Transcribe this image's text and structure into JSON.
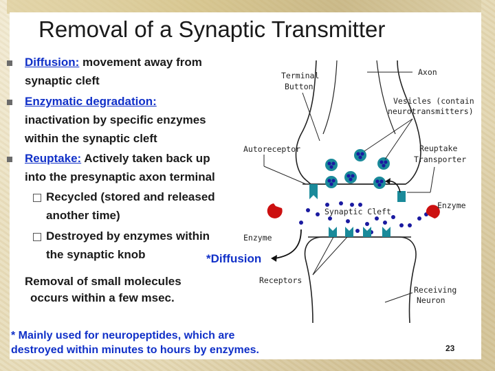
{
  "slide": {
    "title": "Removal of a Synaptic Transmitter",
    "bullets": [
      {
        "term": "Diffusion:",
        "line1_rest": " movement away from",
        "line2": "synaptic cleft"
      },
      {
        "term": "Enzymatic degradation:",
        "line2": "inactivation by specific enzymes",
        "line3": "within the synaptic cleft"
      },
      {
        "term": "Reuptake:",
        "line1_rest": " Actively taken back up",
        "line2": "into the presynaptic axon terminal"
      }
    ],
    "sub_bullets": [
      {
        "line1": "Recycled (stored and released",
        "line2": "another time)"
      },
      {
        "line1": "Destroyed by enzymes within",
        "line2": "the synaptic knob"
      }
    ],
    "note_line1": "Removal of small molecules",
    "note_line2": "occurs within a few msec.",
    "footnote_line1": "* Mainly used for neuropeptides, which are",
    "footnote_line2": "destroyed within minutes to hours by enzymes.",
    "page_number": "23"
  },
  "diagram": {
    "labels": {
      "terminal_button_1": "Terminal",
      "terminal_button_2": "Button",
      "axon": "Axon",
      "vesicles_1": "Vesicles (contain",
      "vesicles_2": "neurotransmitters)",
      "autoreceptor": "Autoreceptor",
      "reuptake_1": "Reuptake",
      "reuptake_2": "Transporter",
      "enzyme_right": "Enzyme",
      "synaptic_cleft": "Synaptic Cleft",
      "enzyme_left": "Enzyme",
      "diffusion": "*Diffusion",
      "receptors": "Receptors",
      "receiving_1": "Receiving",
      "receiving_2": "Neuron"
    },
    "colors": {
      "vesicle": "#1a8a9a",
      "transmitter": "#1a1aa0",
      "receptor": "#1a8a9a",
      "enzyme": "#cc1010",
      "accent_text": "#1030c8"
    }
  }
}
